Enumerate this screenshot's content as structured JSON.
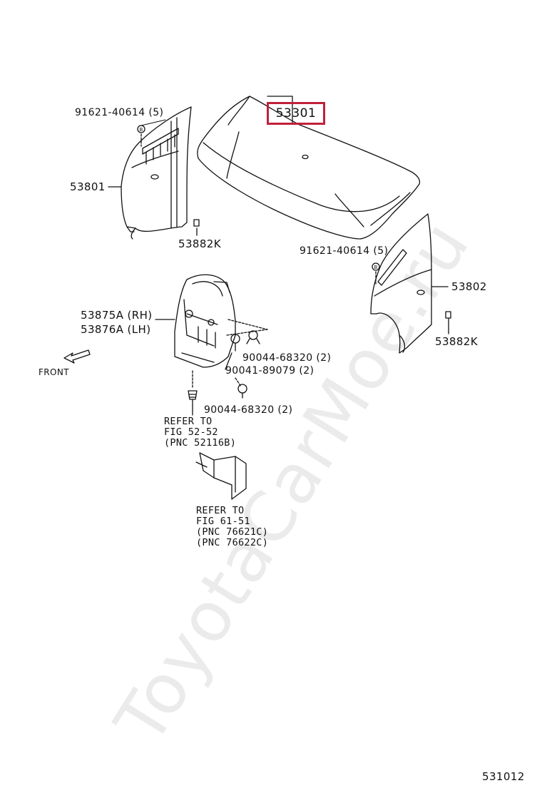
{
  "diagram": {
    "highlighted_part": "53301",
    "figure_number": "531012",
    "watermark": "ToyotaCarMoe.ru",
    "front_label": "FRONT",
    "accent_color": "#c0203a",
    "callouts": {
      "fender_left_bolt": "91621-40614 (5)",
      "fender_left": "53801",
      "fender_left_seal": "53882K",
      "fender_right_bolt": "91621-40614 (5)",
      "fender_right": "53802",
      "fender_right_seal": "53882K",
      "liner_rh": "53875A (RH)",
      "liner_lh": "53876A (LH)",
      "clip_a": "90044-68320 (2)",
      "screw": "90041-89079 (2)",
      "clip_b": "90044-68320 (2)"
    },
    "refer_1": {
      "line1": "REFER TO",
      "line2": "FIG 52-52",
      "line3": "(PNC 52116B)"
    },
    "refer_2": {
      "line1": "REFER TO",
      "line2": "FIG 61-51",
      "line3": "(PNC 76621C)",
      "line4": "(PNC 76622C)"
    }
  }
}
